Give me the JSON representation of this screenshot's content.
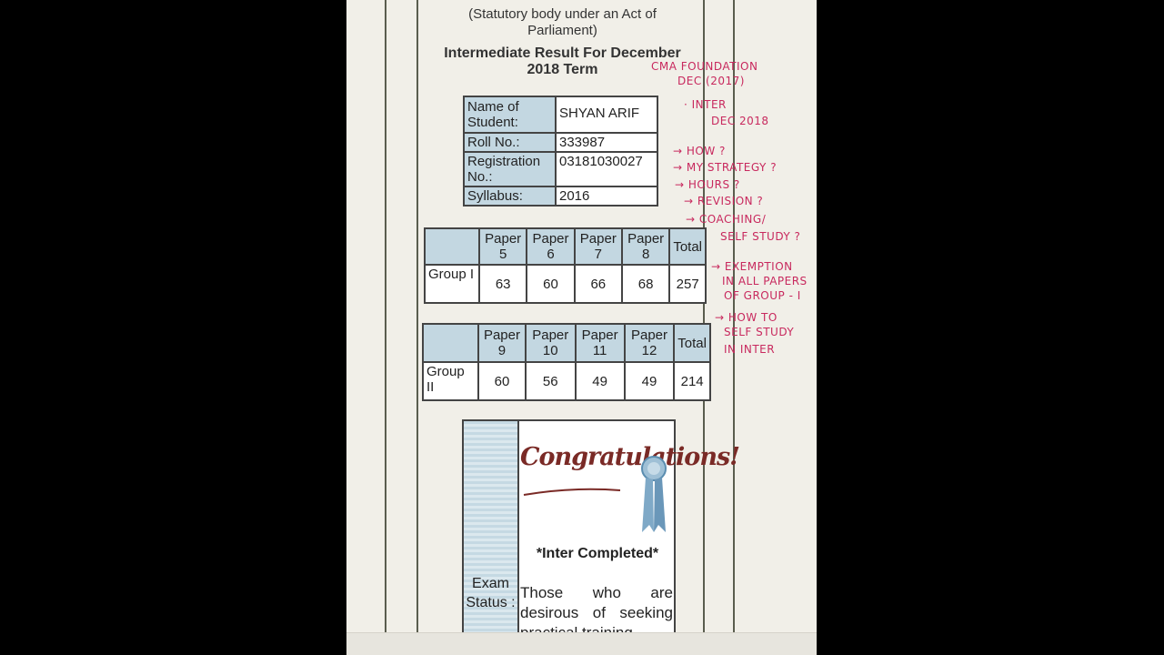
{
  "document": {
    "authority_sub": "(Statutory body under an Act of Parliament)",
    "title": "Intermediate Result For December 2018 Term",
    "student": {
      "name_label": "Name of Student:",
      "name": "SHYAN ARIF",
      "roll_label": "Roll No.:",
      "roll": "333987",
      "reg_label": "Registration No.:",
      "reg": "03181030027",
      "syllabus_label": "Syllabus:",
      "syllabus": "2016"
    },
    "group1": {
      "headers": [
        "Paper 5",
        "Paper 6",
        "Paper 7",
        "Paper 8",
        "Total"
      ],
      "label": "Group I",
      "marks": [
        "63",
        "60",
        "66",
        "68",
        "257"
      ]
    },
    "group2": {
      "headers": [
        "Paper 9",
        "Paper 10",
        "Paper 11",
        "Paper 12",
        "Total"
      ],
      "label": "Group II",
      "marks": [
        "60",
        "56",
        "49",
        "49",
        "214"
      ]
    },
    "status": {
      "label": "Exam Status :",
      "congrats": "Congratulations!",
      "result": "*Inter Completed*",
      "desc": "Those who are desirous of seeking practical training"
    }
  },
  "handwritten_notes": [
    "CMA FOUNDATION",
    "DEC (2017)",
    "· INTER",
    "DEC 2018",
    "→ HOW ?",
    "→ MY STRATEGY ?",
    "→ HOURS ?",
    "→ REVISION ?",
    "→ COACHING/",
    "SELF STUDY ?",
    "→ EXEMPTION",
    "IN ALL PAPERS",
    "OF GROUP - I",
    "→ HOW TO",
    "SELF STUDY",
    "IN INTER"
  ],
  "colors": {
    "table_header": "#c3d7e1",
    "note_ink": "#c8295e",
    "congrats": "#7a2a26"
  }
}
